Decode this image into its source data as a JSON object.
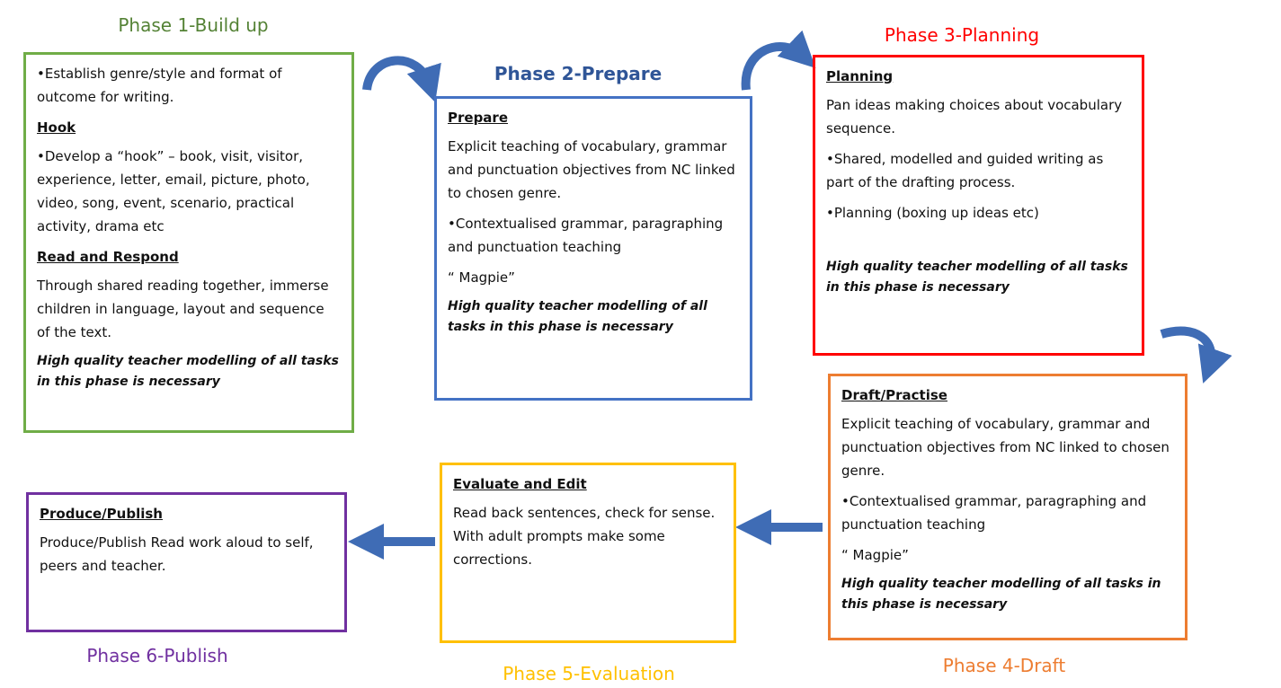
{
  "phases": [
    {
      "title": "Phase 1-Build up",
      "color": "#548235",
      "border": "#70ad47",
      "lines": [
        "•Establish genre/style and format of outcome for writing.",
        "Hook",
        "•Develop a “hook” – book, visit, visitor, experience, letter, email, picture, photo, video, song, event, scenario, practical activity, drama etc",
        "Read and Respond",
        "Through shared reading together, immerse children in language, layout and sequence of the text.",
        "High quality teacher modelling of all tasks in this phase is necessary"
      ]
    },
    {
      "title": "Phase 2-Prepare",
      "color": "#2f5597",
      "border": "#4472c4",
      "lines": [
        "Prepare",
        "Explicit teaching of vocabulary, grammar and punctuation objectives from NC linked to chosen genre.",
        "•Contextualised grammar, paragraphing and punctuation teaching",
        "“ Magpie”",
        "High quality teacher modelling of all tasks in this phase is necessary"
      ]
    },
    {
      "title": "Phase 3-Planning",
      "color": "#ff0000",
      "border": "#ff0000",
      "lines": [
        "Planning",
        "Pan ideas making choices about vocabulary sequence.",
        "•Shared, modelled and guided writing as part of the drafting process.",
        "•Planning (boxing up ideas etc)",
        "High quality teacher modelling of all tasks in this phase is necessary"
      ]
    },
    {
      "title": "Phase 4-Draft",
      "color": "#ed7d31",
      "border": "#ed7d31",
      "lines": [
        "Draft/Practise",
        "Explicit teaching of vocabulary, grammar and punctuation objectives from NC linked to chosen genre.",
        "•Contextualised grammar, paragraphing and punctuation teaching",
        "“ Magpie”",
        "High quality teacher modelling of all tasks in this phase is necessary"
      ]
    },
    {
      "title": "Phase 5-Evaluation",
      "color": "#ffc000",
      "border": "#ffc000",
      "lines": [
        "Evaluate and Edit",
        "Read back sentences, check for sense. With adult prompts make some corrections."
      ]
    },
    {
      "title": "Phase 6-Publish",
      "color": "#7030a0",
      "border": "#7030a0",
      "lines": [
        "Produce/Publish",
        " Produce/Publish Read work aloud to self, peers and teacher."
      ]
    }
  ],
  "arrow_color": "#4472c4"
}
